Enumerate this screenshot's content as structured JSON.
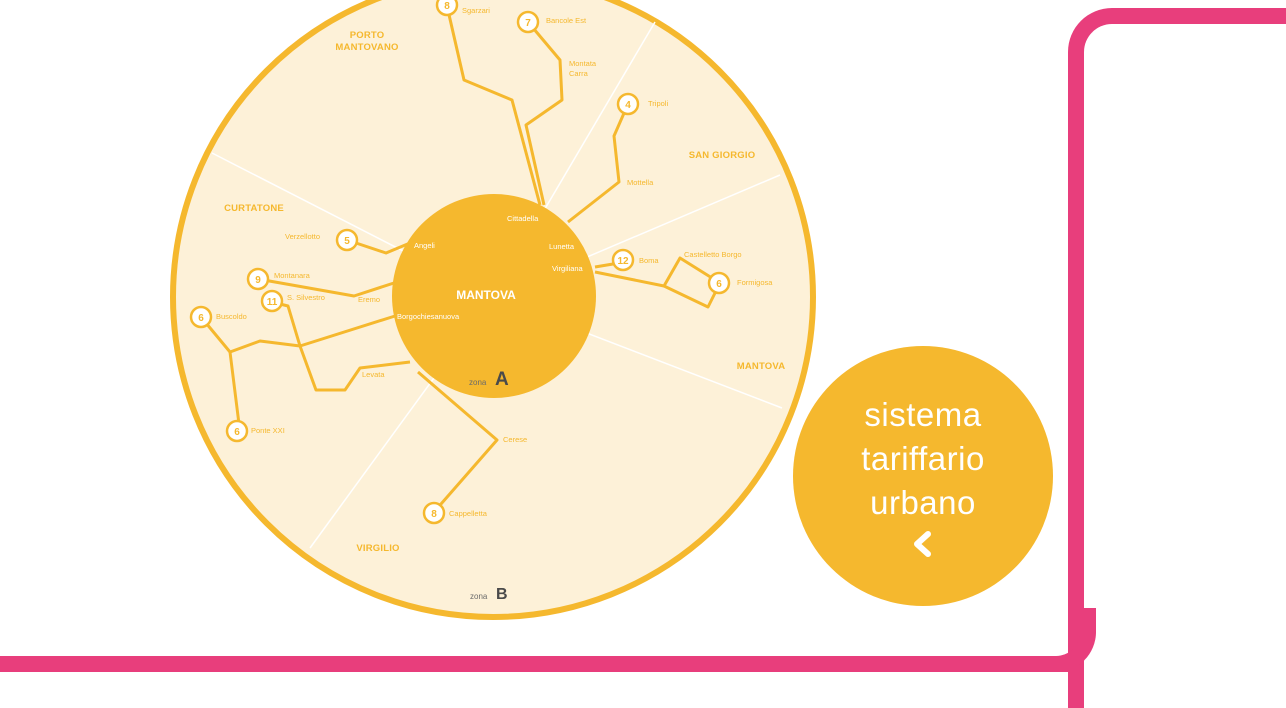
{
  "map": {
    "center_name": "MANTOVA",
    "zone_a": {
      "prefix": "zona",
      "letter": "A"
    },
    "zone_b": {
      "prefix": "zona",
      "letter": "B"
    },
    "areas": {
      "porto_1": "PORTO",
      "porto_2": "MANTOVANO",
      "san_giorgio": "SAN GIORGIO",
      "curtatone": "CURTATONE",
      "mantova": "MANTOVA",
      "virgilio": "VIRGILIO"
    },
    "stops": {
      "sgarzari": "Sgarzari",
      "bancole_est": "Bancole Est",
      "montata_1": "Montata",
      "montata_2": "Carra",
      "tripoli": "Tripoli",
      "mottella": "Mottella",
      "cittadella": "Cittadella",
      "lunetta": "Lunetta",
      "virgiliana": "Virgiliana",
      "angeli": "Angeli",
      "verzellotto": "Verzellotto",
      "montanara": "Montanara",
      "s_silvestro": "S. Silvestro",
      "eremo": "Eremo",
      "buscoldo": "Buscoldo",
      "borgochiesanuova": "Borgochiesanuova",
      "levata": "Levata",
      "ponte_xxi": "Ponte XXI",
      "cerese": "Cerese",
      "cappelletta": "Cappelletta",
      "boma": "Boma",
      "castelletto_borgo": "Castelletto Borgo",
      "formigosa": "Formigosa"
    },
    "lines": {
      "l8_top": "8",
      "l7": "7",
      "l4": "4",
      "l5": "5",
      "l9": "9",
      "l11": "11",
      "l6_left": "6",
      "l6_bottom": "6",
      "l8_bottom": "8",
      "l12": "12",
      "l6_right": "6"
    }
  },
  "tariff": {
    "line1": "sistema",
    "line2": "tariffario",
    "line3": "urbano",
    "arrow_icon": "chevron-left-icon"
  },
  "colors": {
    "accent": "#f5b82e",
    "zone_bg": "#fdf1d8",
    "frame": "#e83e7c",
    "dark_text": "#4a4a4a"
  }
}
